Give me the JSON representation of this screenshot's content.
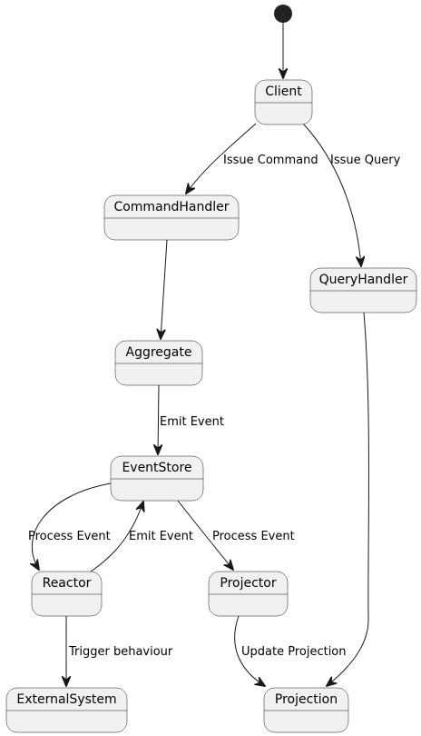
{
  "diagram": {
    "type": "state-diagram",
    "states": {
      "client": "Client",
      "command_handler": "CommandHandler",
      "query_handler": "QueryHandler",
      "aggregate": "Aggregate",
      "event_store": "EventStore",
      "reactor": "Reactor",
      "projector": "Projector",
      "external_system": "ExternalSystem",
      "projection": "Projection"
    },
    "transitions": {
      "issue_command": "Issue Command",
      "issue_query": "Issue Query",
      "emit_event_aggregate": "Emit Event",
      "process_event_reactor": "Process Event",
      "emit_event_reactor": "Emit Event",
      "process_event_projector": "Process Event",
      "trigger_behaviour": "Trigger behaviour",
      "update_projection": "Update Projection"
    },
    "colors": {
      "state_fill": "#f1f1f1",
      "stroke": "#181818",
      "start_node": "#222222",
      "background": "#ffffff"
    }
  }
}
